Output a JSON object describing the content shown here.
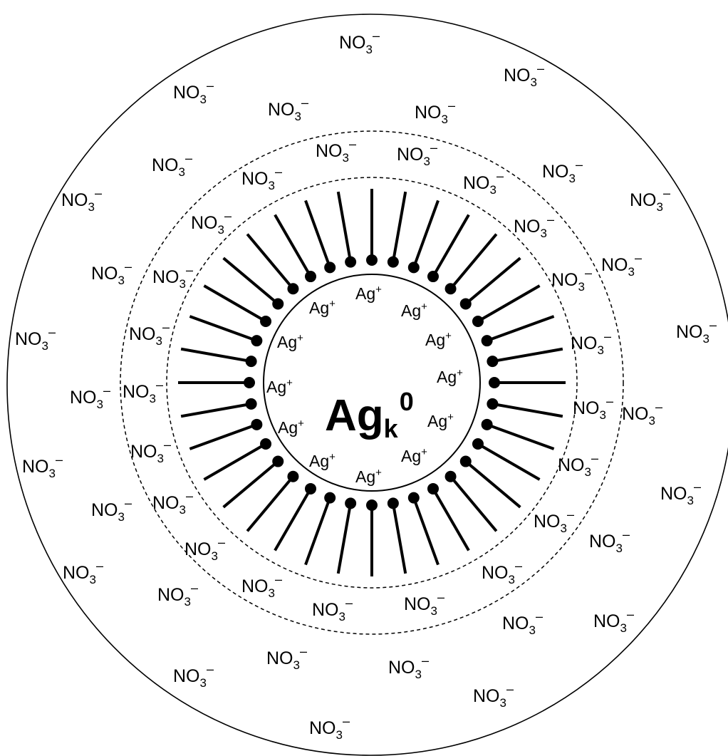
{
  "core": {
    "symbol": "Ag",
    "subscript": "k",
    "superscript": "0"
  },
  "adsorbed_ion": {
    "base": "Ag",
    "charge": "+"
  },
  "counter_ion": {
    "base": "NO",
    "subscript": "3",
    "charge": "–"
  },
  "colors": {
    "ink": "#000000",
    "background": "#ffffff"
  },
  "surfactant_chain_count": 36
}
